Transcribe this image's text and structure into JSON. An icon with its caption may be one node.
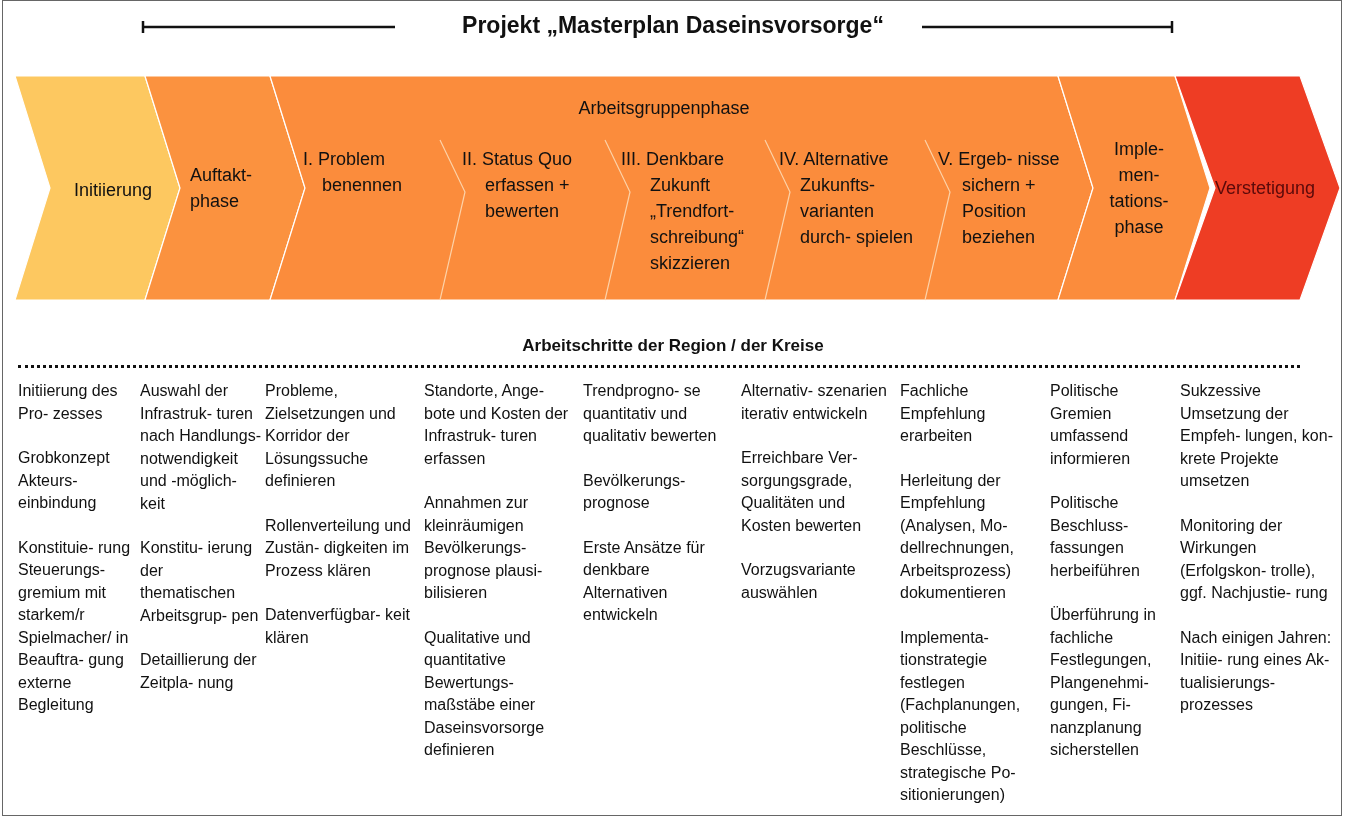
{
  "diagram": {
    "title": "Projekt „Masterplan Daseinsvorsorge“",
    "nodes": [
      {
        "text": [
          "Initiierung"
        ]
      },
      {
        "text": [
          "Auftakt- phase"
        ]
      },
      {
        "text": [
          "Arbeitsgruppenphase"
        ]
      },
      {
        "text": [
          "I. Problem benennen"
        ],
        "in": 2
      },
      {
        "text": [
          "II. Status Quo erfassen + bewerten"
        ],
        "in": 2
      },
      {
        "text": [
          "III. Denkbare Zukunft „Trendfort- schreibung“ skizzieren"
        ],
        "in": 2
      },
      {
        "text": [
          "IV. Alternative Zukunfts- varianten durch- spielen"
        ],
        "in": 2
      },
      {
        "text": [
          "V. Ergeb- nisse sichern + Position beziehen"
        ],
        "in": 2
      },
      {
        "text": [
          "Imple- men- tations- phase"
        ]
      },
      {
        "text": [
          "Verstetigung"
        ]
      }
    ],
    "labels": [
      "Arbeitschritte der Region / der Kreise",
      "Initiierung des Pro- zesses",
      "Grobkonzept Akteurs- einbindung",
      "Konstituie- rung Steuerungs- gremium mit starkem/r Spielmacher/ in Beauftra- gung externe Begleitung",
      "Auswahl der Infrastruk- turen nach Handlungs- notwendigkeit und -möglich- keit",
      "Konstitu- ierung der thematischen Arbeitsgrup- pen",
      "Detaillierung der Zeitpla- nung",
      "Probleme, Zielsetzungen und Korridor der Lösungssuche definieren",
      "Rollenverteilung und Zustän- digkeiten im Prozess klären",
      "Datenverfügbar- keit klären",
      "Standorte, Ange- bote und Kosten der Infrastruk- turen erfassen",
      "Annahmen zur kleinräumigen Bevölkerungs- prognose plausi- bilisieren",
      "Qualitative und quantitative Bewertungs- maßstäbe einer Daseinsvorsorge definieren",
      "Trendprogno- se quantitativ und qualitativ bewerten",
      "Bevölkerungs- prognose",
      "Erste Ansätze für denkbare Alternativen entwickeln",
      "Alternativ- szenarien iterativ entwickeln",
      "Erreichbare Ver- sorgungsgrade, Qualitäten und Kosten bewerten",
      "Vorzugsvariante auswählen",
      "Fachliche Empfehlung erarbeiten",
      "Herleitung der Empfehlung (Analysen, Mo- dellrechnungen, Arbeitsprozess) dokumentieren",
      "Implementa- tionstrategie festlegen (Fachplanungen, politische Beschlüsse, strategische Po- sitionierungen)",
      "Politische Gremien umfassend informieren",
      "Politische Beschluss- fassungen herbeiführen",
      "Überführung in fachliche Festlegungen, Plangenehmi- gungen, Fi- nanzplanung sicherstellen",
      "Sukzessive Umsetzung der Empfeh- lungen, kon- krete Projekte umsetzen",
      "Monitoring der Wirkungen (Erfolgskon- trolle), ggf. Nachjustie- rung",
      "Nach einigen Jahren: Initiie- rung eines Ak- tualisierungs- prozesses"
    ]
  }
}
